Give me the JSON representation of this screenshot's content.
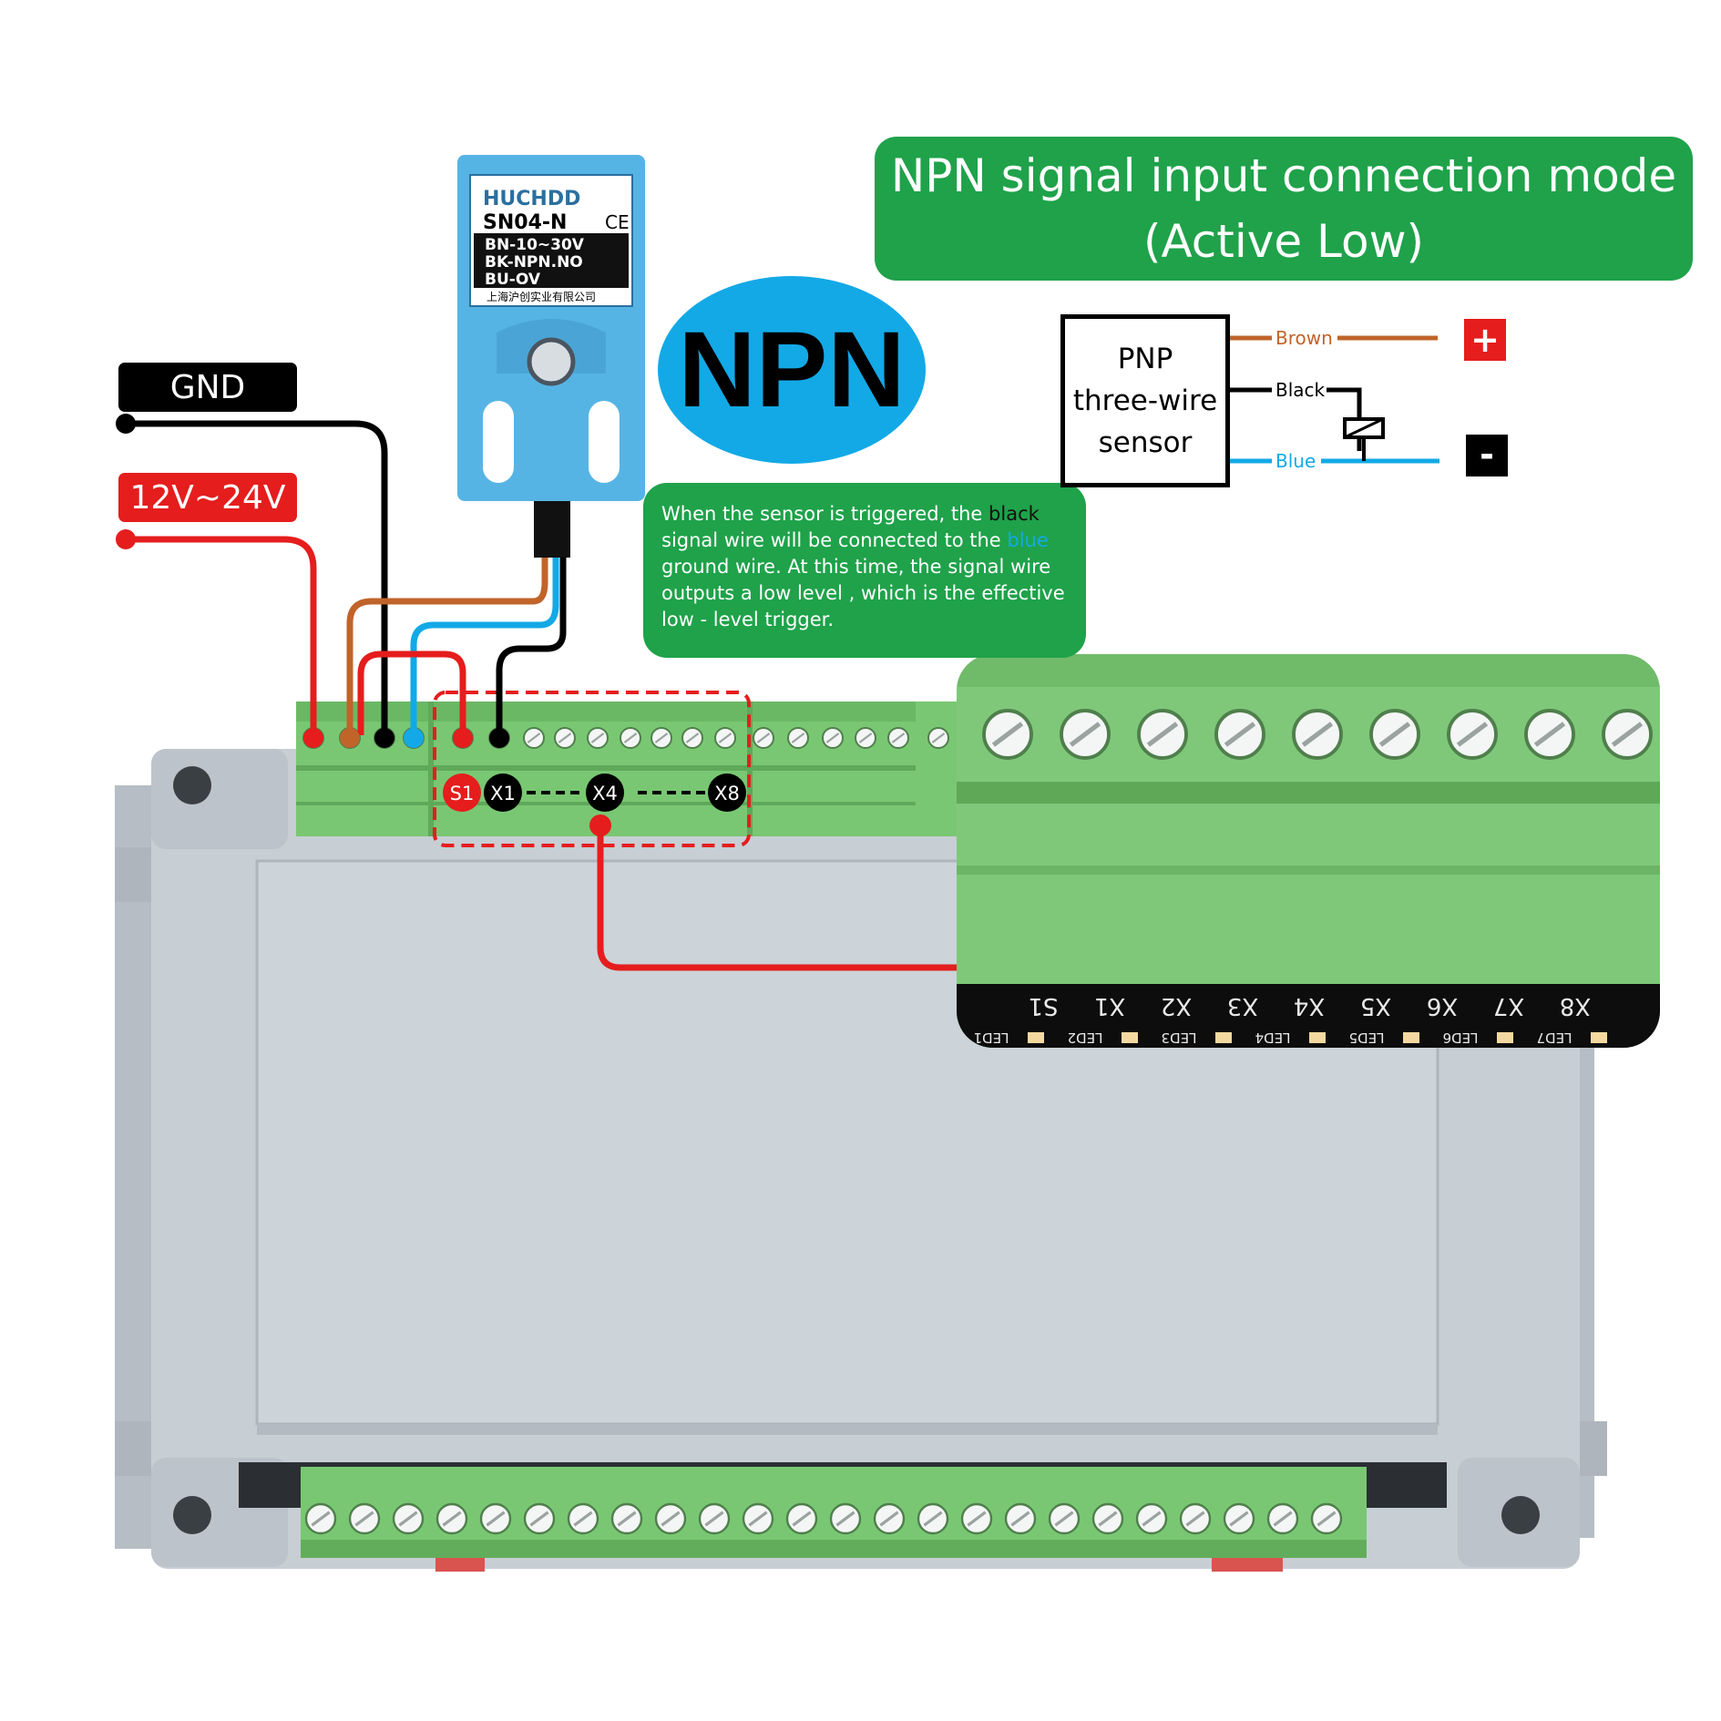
{
  "title": {
    "line1": "NPN signal input connection mode",
    "line2": "(Active Low)"
  },
  "badge": "NPN",
  "note": {
    "part1": "When the sensor is triggered, the ",
    "black_word": "black",
    "part2": " signal wire will be connected to the ",
    "blue_word": "blue",
    "part3": " ground wire. At this time, the signal wire outputs a low level , which is the effective low - level trigger."
  },
  "power_tags": {
    "gnd": "GND",
    "supply": "12V~24V"
  },
  "sensor_label": {
    "brand": "HUCHDD",
    "model": "SN04-N",
    "ce": "CE",
    "line1": "BN-10~30V",
    "line2": "BK-NPN.NO",
    "line3": "BU-OV",
    "maker": "上海沪创实业有限公司"
  },
  "schematic": {
    "box_line1": "PNP",
    "box_line2": "three-wire",
    "box_line3": "sensor",
    "wire_brown": "Brown",
    "wire_black": "Black",
    "wire_blue": "Blue",
    "plus": "+",
    "minus": "-"
  },
  "terminals": {
    "s1": "S1",
    "x1": "X1",
    "x4": "X4",
    "x8": "X8"
  },
  "zoom_labels": {
    "inputs": [
      "S1",
      "X1",
      "X2",
      "X3",
      "X4",
      "X5",
      "X6",
      "X7",
      "X8"
    ],
    "leds": [
      "LED1",
      "LED2",
      "LED3",
      "LED4",
      "LED5",
      "LED6",
      "LED7"
    ]
  },
  "colors": {
    "green": "#1fa24a",
    "red": "#e51d1d",
    "brown": "#c0642a",
    "blue": "#13a9e6",
    "black": "#000000",
    "sensor_body": "#56b4e4",
    "terminal_green": "#79c773",
    "enclosure": "#c7ced4"
  }
}
